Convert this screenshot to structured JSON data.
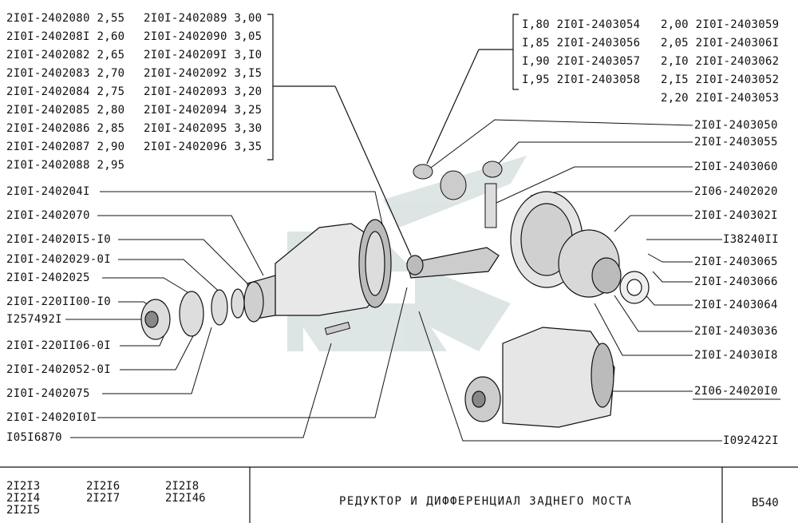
{
  "shim_table_left": [
    {
      "part": "2I0I-2402080",
      "size": "2,55"
    },
    {
      "part": "2I0I-240208I",
      "size": "2,60"
    },
    {
      "part": "2I0I-2402082",
      "size": "2,65"
    },
    {
      "part": "2I0I-2402083",
      "size": "2,70"
    },
    {
      "part": "2I0I-2402084",
      "size": "2,75"
    },
    {
      "part": "2I0I-2402085",
      "size": "2,80"
    },
    {
      "part": "2I0I-2402086",
      "size": "2,85"
    },
    {
      "part": "2I0I-2402087",
      "size": "2,90"
    },
    {
      "part": "2I0I-2402088",
      "size": "2,95"
    }
  ],
  "shim_table_mid": [
    {
      "part": "2I0I-2402089",
      "size": "3,00"
    },
    {
      "part": "2I0I-2402090",
      "size": "3,05"
    },
    {
      "part": "2I0I-240209I",
      "size": "3,I0"
    },
    {
      "part": "2I0I-2402092",
      "size": "3,I5"
    },
    {
      "part": "2I0I-2402093",
      "size": "3,20"
    },
    {
      "part": "2I0I-2402094",
      "size": "3,25"
    },
    {
      "part": "2I0I-2402095",
      "size": "3,30"
    },
    {
      "part": "2I0I-2402096",
      "size": "3,35"
    }
  ],
  "washer_table_a": [
    {
      "size": "I,80",
      "part": "2I0I-2403054"
    },
    {
      "size": "I,85",
      "part": "2I0I-2403056"
    },
    {
      "size": "I,90",
      "part": "2I0I-2403057"
    },
    {
      "size": "I,95",
      "part": "2I0I-2403058"
    }
  ],
  "washer_table_b": [
    {
      "size": "2,00",
      "part": "2I0I-2403059"
    },
    {
      "size": "2,05",
      "part": "2I0I-240306I"
    },
    {
      "size": "2,I0",
      "part": "2I0I-2403062"
    },
    {
      "size": "2,I5",
      "part": "2I0I-2403052"
    },
    {
      "size": "2,20",
      "part": "2I0I-2403053"
    }
  ],
  "left_callouts": [
    "2I0I-240204I",
    "2I0I-2402070",
    "2I0I-24020I5-I0",
    "2I0I-2402029-0I",
    "2I0I-2402025",
    "2I0I-220II00-I0",
    "I257492I",
    "2I0I-220II06-0I",
    "2I0I-2402052-0I",
    "2I0I-2402075",
    "2I0I-24020I0I",
    "I05I6870"
  ],
  "right_callouts": [
    "2I0I-2403050",
    "2I0I-2403055",
    "2I0I-2403060",
    "2I06-2402020",
    "2I0I-240302I",
    "I38240II",
    "2I0I-2403065",
    "2I0I-2403066",
    "2I0I-2403064",
    "2I0I-2403036",
    "2I0I-24030I8",
    "2I06-24020I0",
    "I092422I"
  ],
  "footer": {
    "models": [
      "2I2I3",
      "2I2I6",
      "2I2I8",
      "2I2I4",
      "2I2I7",
      "2I2I46",
      "2I2I5"
    ],
    "title": "РЕДУКТОР  И  ДИФФЕРЕНЦИАЛ  ЗАДНЕГО  МОСТА",
    "page_code": "B540"
  }
}
